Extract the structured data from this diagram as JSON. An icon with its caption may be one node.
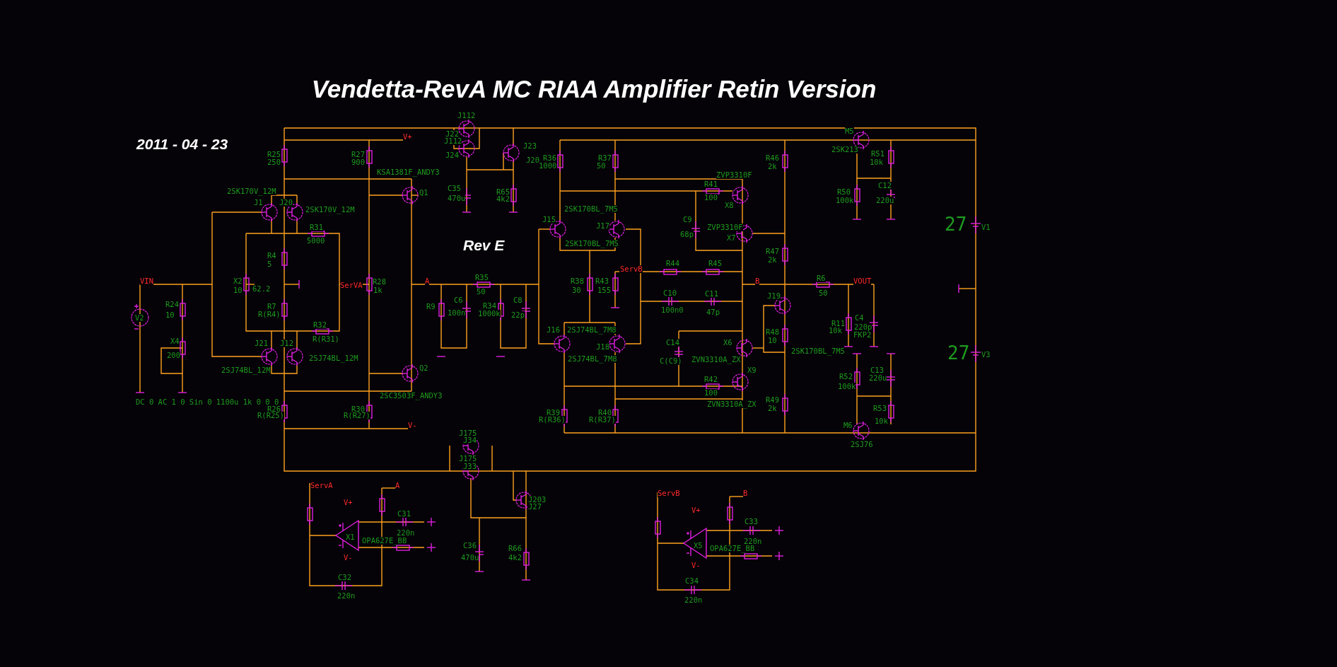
{
  "diagram": {
    "title": "Vendetta-RevA MC RIAA Amplifier Retin Version",
    "labels": [
      "2011 - 04 - 23",
      "J112",
      "M5",
      "V+",
      "J22",
      "J112",
      "J23",
      "2SK213",
      "R25",
      "250",
      "R27",
      "900",
      "J24",
      "R51",
      "10k",
      "J20",
      "R36",
      "1000",
      "R37",
      "50",
      "R46",
      "2k",
      "KSA1381F_ANDY3",
      "ZVP3310F",
      "R41",
      "100",
      "C12",
      "220u",
      "C35",
      "470u",
      "2SK170V_12M",
      "R65",
      "4k2",
      "R50",
      "100k",
      "Q1",
      "J1",
      "J20",
      "X8",
      "2SK170BL_7M5",
      "2SK170V_12M",
      "J15",
      "C9",
      "27",
      "V1",
      "J17",
      "ZVP3310F",
      "R31",
      "5000",
      "68p",
      "X7",
      "2SK170BL_7M5",
      "Rev E",
      "R47",
      "2k",
      "R4",
      "5",
      "R44",
      "R45",
      "ServB",
      "R35",
      "R6",
      "X2",
      "VIN",
      "R28",
      "A",
      "R38",
      "R43",
      "B",
      "VOUT",
      "SerVA",
      "62.2",
      "10",
      "1k",
      "30",
      "155",
      "50",
      "50",
      "C10",
      "C11",
      "J19",
      "C6",
      "C8",
      "R24",
      "R9",
      "R34",
      "R7",
      "100n0",
      "47p",
      "100n",
      "1000k",
      "R(R4)",
      "22p",
      "10",
      "V2",
      "C4",
      "R11",
      "R32",
      "220p",
      "10k",
      "J16",
      "2SJ74BL_7M8",
      "R48",
      "10",
      "FKP2",
      "R(R31)",
      "X4",
      "C14",
      "X6",
      "J21",
      "J12",
      "J18",
      "27",
      "V3",
      "2SK170BL_7M5",
      "200",
      "2SJ74BL_12M",
      "2SJ74BL_7M8",
      "ZVN3310A_ZX",
      "C(C9)",
      "Q2",
      "2SJ74BL_12M",
      "X9",
      "C13",
      "220u",
      "R52",
      "100k",
      "R42",
      "100",
      "2SC3503F_ANDY3",
      "R49",
      "2k",
      "DC 0 AC 1 0 Sin 0 1100u 1k 0 0 0",
      "ZVN3310A_ZX",
      "R53",
      "10k",
      "R26",
      "R(R25)",
      "R30",
      "R(R27)",
      "R39",
      "R(R36)",
      "R40",
      "R(R37)",
      "V-",
      "M6",
      "J175",
      "J34",
      "2SJ76",
      "J175",
      "J33",
      "ServA",
      "A",
      "B",
      "ServB",
      "J203",
      "V+",
      "J27",
      "V+",
      "C31",
      "C33",
      "220n",
      "X1",
      "OPA627E_BB",
      "220n",
      "C36",
      "R66",
      "X5",
      "OPA627E_BB",
      "470u",
      "4k2",
      "V-",
      "V-",
      "C32",
      "C34",
      "220n",
      "220n"
    ]
  }
}
